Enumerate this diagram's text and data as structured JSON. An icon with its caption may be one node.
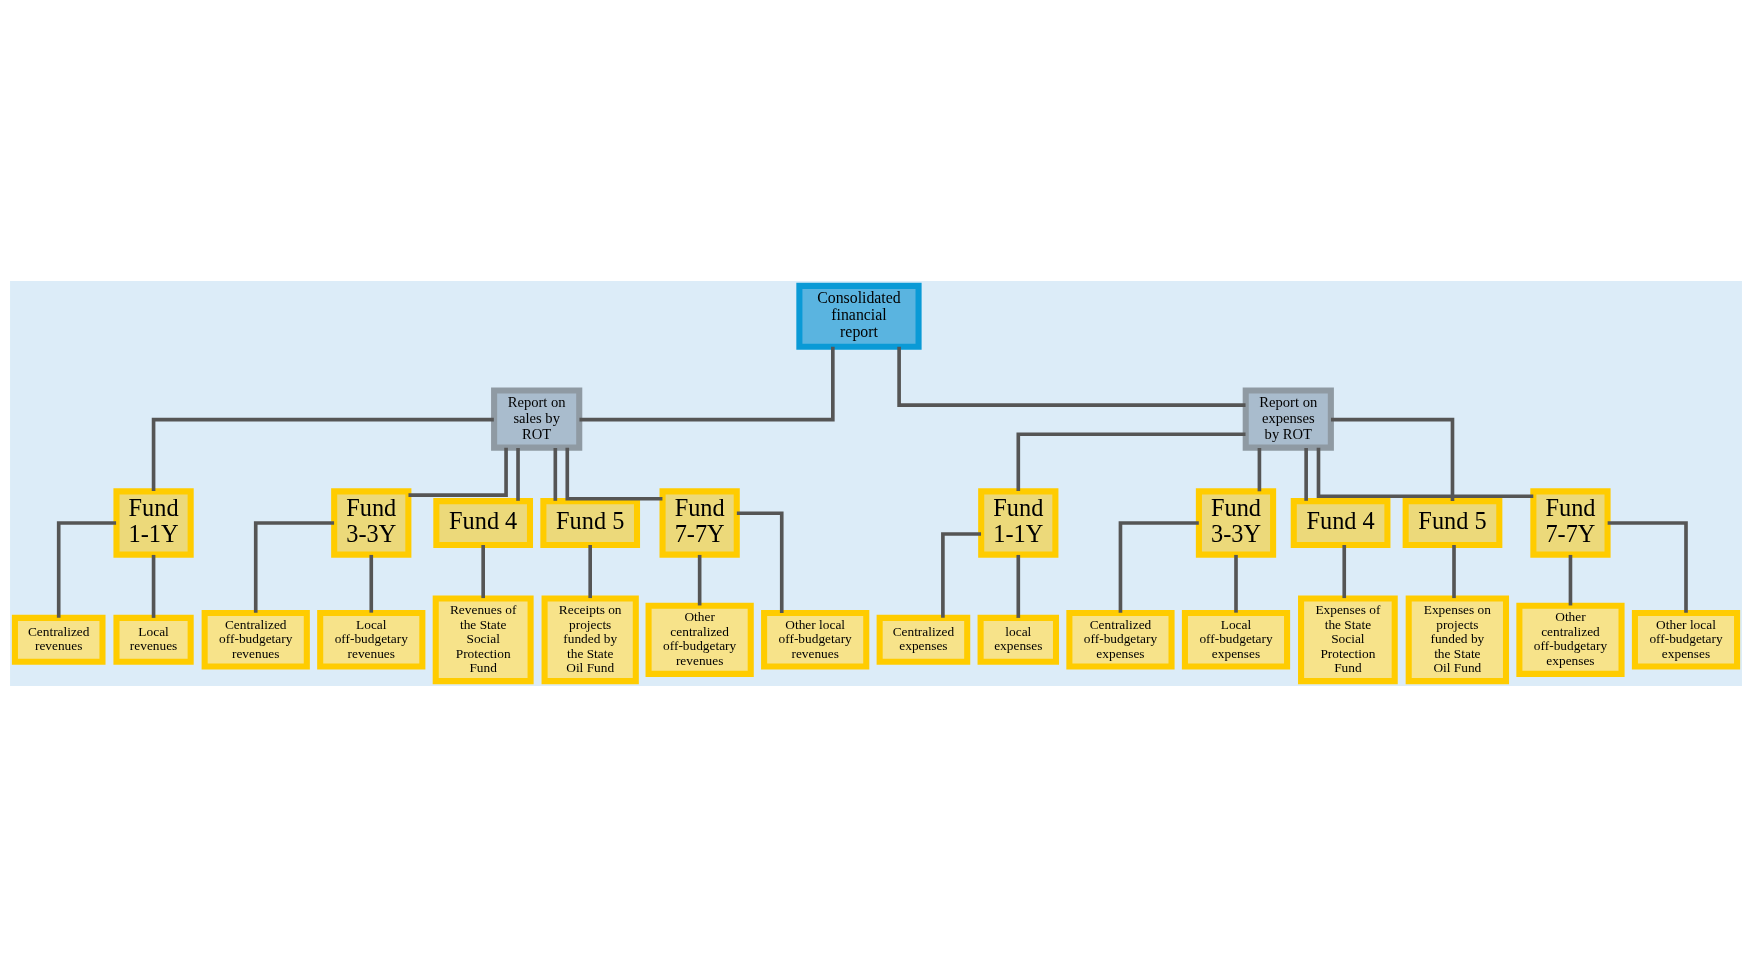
{
  "diagram": {
    "nodes": [
      {
        "text": [
          "Consolidated financial report"
        ]
      },
      {
        "text": [
          "Report on sales by ROT"
        ]
      },
      {
        "text": [
          "Report on expenses by ROT"
        ]
      },
      {
        "text": [
          "Fund 1-1Y"
        ]
      },
      {
        "text": [
          "Fund 3-3Y"
        ]
      },
      {
        "text": [
          "Fund 4"
        ]
      },
      {
        "text": [
          "Fund 5"
        ]
      },
      {
        "text": [
          "Fund 7-7Y"
        ]
      },
      {
        "text": [
          "Fund 1-1Y"
        ]
      },
      {
        "text": [
          "Fund 3-3Y"
        ]
      },
      {
        "text": [
          "Fund 4"
        ]
      },
      {
        "text": [
          "Fund 5"
        ]
      },
      {
        "text": [
          "Fund 7-7Y"
        ]
      },
      {
        "text": [
          "Centralized revenues"
        ]
      },
      {
        "text": [
          "Local revenues"
        ]
      },
      {
        "text": [
          "Centralized off-budgetary revenues"
        ]
      },
      {
        "text": [
          "Local off-budgetary revenues"
        ]
      },
      {
        "text": [
          "Revenues of the State Social Protection Fund"
        ]
      },
      {
        "text": [
          "Receipts on projects funded by the State Oil Fund"
        ]
      },
      {
        "text": [
          "Other centralized off-budgetary revenues"
        ]
      },
      {
        "text": [
          "Other local off-budgetary revenues"
        ]
      },
      {
        "text": [
          "Centralized expenses"
        ]
      },
      {
        "text": [
          "local expenses"
        ]
      },
      {
        "text": [
          "Centralized off-budgetary expenses"
        ]
      },
      {
        "text": [
          "Local off-budgetary expenses"
        ]
      },
      {
        "text": [
          "Expenses of the State Social Protection Fund"
        ]
      },
      {
        "text": [
          "Expenses on projects funded by the State Oil Fund"
        ]
      },
      {
        "text": [
          "Other centralized off-budgetary expenses"
        ]
      },
      {
        "text": [
          "Other local off-budgetary expenses"
        ]
      }
    ],
    "edges": [
      {
        "from": 0,
        "to": 1,
        "arrow": "none"
      },
      {
        "from": 0,
        "to": 2,
        "arrow": "none"
      },
      {
        "from": 1,
        "to": 3,
        "arrow": "none"
      },
      {
        "from": 1,
        "to": 4,
        "arrow": "none"
      },
      {
        "from": 1,
        "to": 5,
        "arrow": "none"
      },
      {
        "from": 1,
        "to": 6,
        "arrow": "none"
      },
      {
        "from": 1,
        "to": 7,
        "arrow": "none"
      },
      {
        "from": 2,
        "to": 8,
        "arrow": "none"
      },
      {
        "from": 2,
        "to": 9,
        "arrow": "none"
      },
      {
        "from": 2,
        "to": 10,
        "arrow": "none"
      },
      {
        "from": 2,
        "to": 11,
        "arrow": "none"
      },
      {
        "from": 2,
        "to": 12,
        "arrow": "none"
      },
      {
        "from": 3,
        "to": 13,
        "arrow": "none"
      },
      {
        "from": 3,
        "to": 14,
        "arrow": "none"
      },
      {
        "from": 4,
        "to": 15,
        "arrow": "none"
      },
      {
        "from": 4,
        "to": 16,
        "arrow": "none"
      },
      {
        "from": 5,
        "to": 17,
        "arrow": "none"
      },
      {
        "from": 6,
        "to": 18,
        "arrow": "none"
      },
      {
        "from": 7,
        "to": 19,
        "arrow": "none"
      },
      {
        "from": 7,
        "to": 20,
        "arrow": "none"
      },
      {
        "from": 8,
        "to": 21,
        "arrow": "none"
      },
      {
        "from": 8,
        "to": 22,
        "arrow": "none"
      },
      {
        "from": 9,
        "to": 23,
        "arrow": "none"
      },
      {
        "from": 9,
        "to": 24,
        "arrow": "none"
      },
      {
        "from": 10,
        "to": 25,
        "arrow": "none"
      },
      {
        "from": 11,
        "to": 26,
        "arrow": "none"
      },
      {
        "from": 12,
        "to": 27,
        "arrow": "none"
      },
      {
        "from": 12,
        "to": 28,
        "arrow": "none"
      }
    ]
  }
}
